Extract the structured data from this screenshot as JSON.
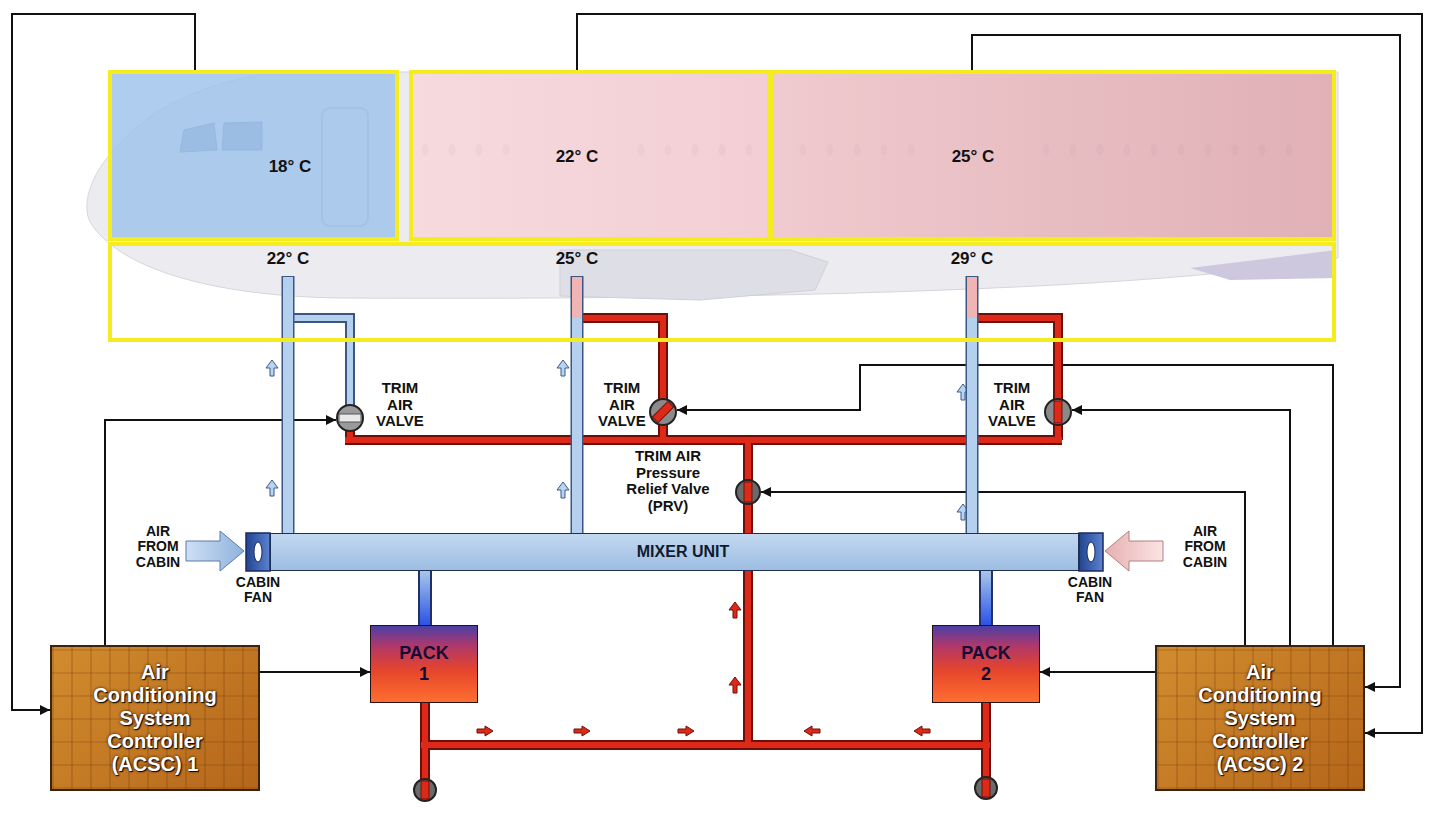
{
  "diagram": {
    "nodes": [
      {
        "text": [
          "18° C"
        ]
      },
      {
        "text": [
          "22° C"
        ]
      },
      {
        "text": [
          "25° C"
        ]
      },
      {
        "text": [
          "22° C",
          "25° C",
          "29° C"
        ]
      },
      {
        "text": [
          "MIXER UNIT"
        ]
      },
      {
        "text": [
          "Air Conditioning System Controller (ACSC) 1"
        ]
      },
      {
        "text": [
          "PACK 1"
        ]
      },
      {
        "text": [
          "PACK 2"
        ]
      },
      {
        "text": [
          "Air Conditioning System Controller (ACSC) 2"
        ]
      }
    ],
    "edges": [
      {
        "from": 0,
        "to": 5,
        "arrow": "to"
      },
      {
        "from": 1,
        "to": 8,
        "arrow": "to"
      },
      {
        "from": 2,
        "to": 8,
        "arrow": "to"
      },
      {
        "from": 5,
        "to": 6,
        "arrow": "to"
      },
      {
        "from": 8,
        "to": 7,
        "arrow": "to"
      },
      {
        "from": 6,
        "to": 4,
        "arrow": "none"
      },
      {
        "from": 7,
        "to": 4,
        "arrow": "none"
      },
      {
        "from": 4,
        "to": 3,
        "arrow": "none"
      },
      {
        "from": 4,
        "to": 3,
        "arrow": "none"
      },
      {
        "from": 4,
        "to": 3,
        "arrow": "none"
      }
    ],
    "labels": [
      "TRIM AIR VALVE",
      "TRIM AIR VALVE",
      "TRIM AIR VALVE",
      "TRIM AIR Pressure Relief Valve (PRV)",
      "AIR FROM CABIN",
      "CABIN FAN",
      "AIR FROM CABIN",
      "CABIN FAN"
    ]
  }
}
